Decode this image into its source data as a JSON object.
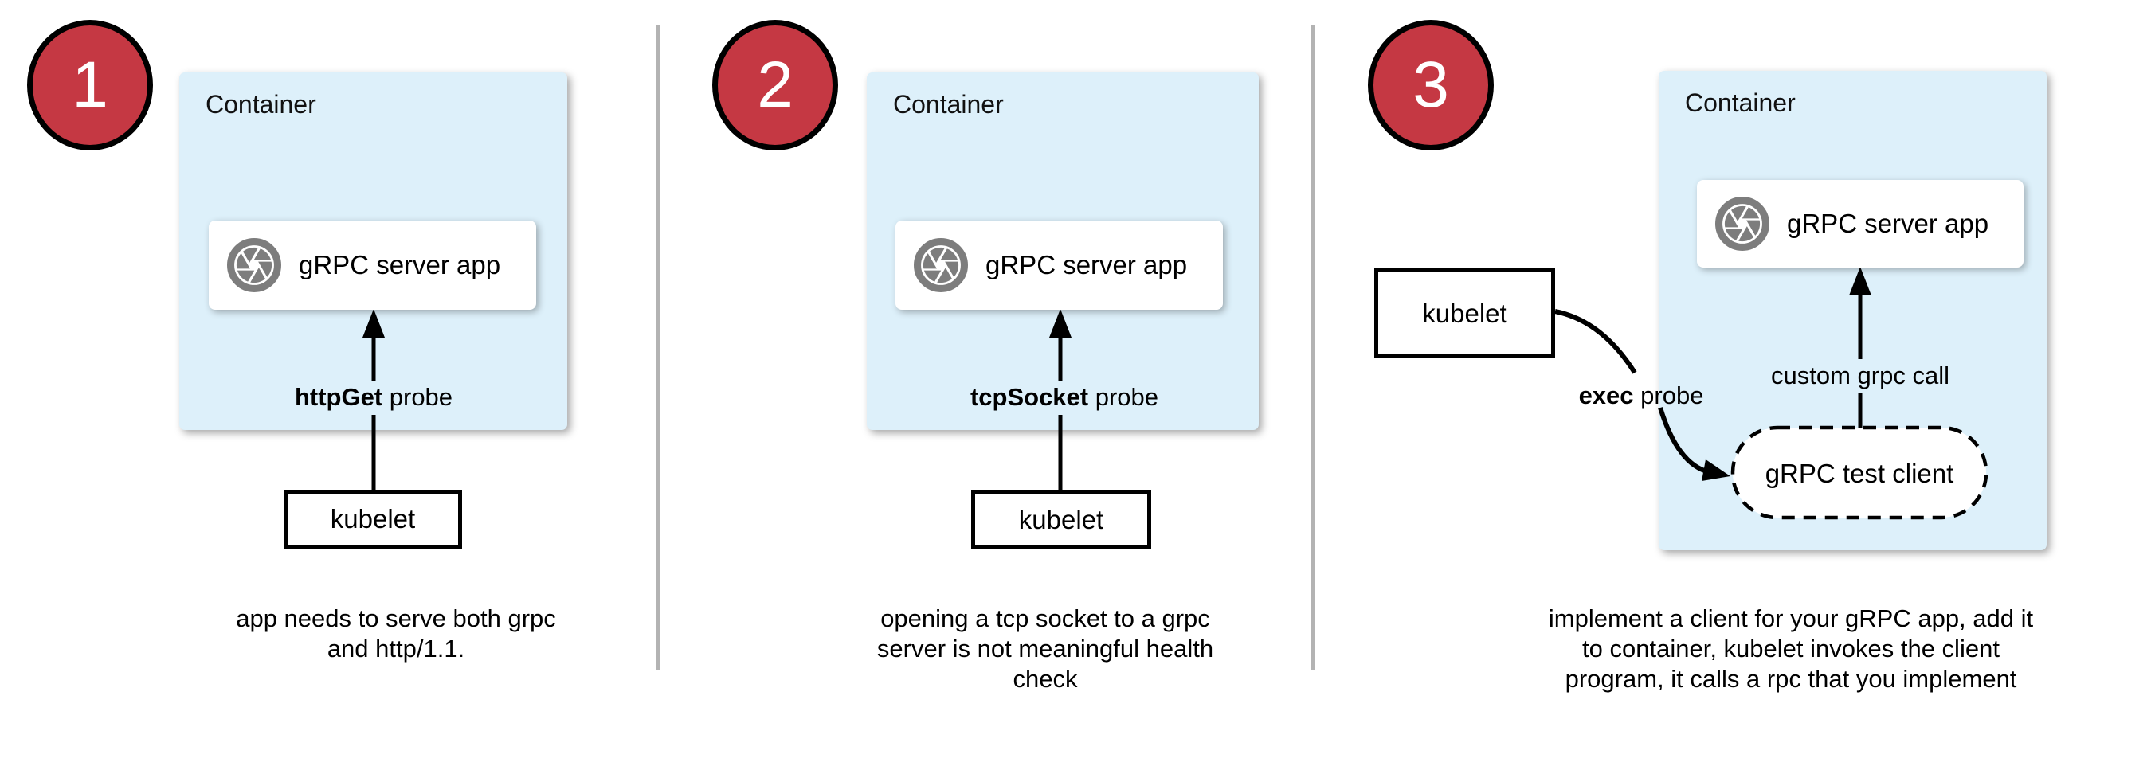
{
  "colors": {
    "container-fill": "#ddf0fa",
    "step-red": "#c53843",
    "icon-gray": "#7d7d7d",
    "divider-gray": "#b3b3b3",
    "ink": "#000000"
  },
  "panels": [
    {
      "step_number": "1",
      "container_label": "Container",
      "app_label": "gRPC server app",
      "app_icon": "aperture-shutter-icon",
      "probe_label_bold": "httpGet",
      "probe_label_rest": " probe",
      "kubelet_label": "kubelet",
      "caption_lines": [
        "app needs to serve both grpc",
        "and http/1.1."
      ]
    },
    {
      "step_number": "2",
      "container_label": "Container",
      "app_label": "gRPC server app",
      "app_icon": "aperture-shutter-icon",
      "probe_label_bold": "tcpSocket",
      "probe_label_rest": " probe",
      "kubelet_label": "kubelet",
      "caption_lines": [
        "opening a tcp socket to a grpc",
        "server is not meaningful health",
        "check"
      ]
    },
    {
      "step_number": "3",
      "container_label": "Container",
      "app_label": "gRPC server app",
      "app_icon": "aperture-shutter-icon",
      "probe_label_bold": "exec",
      "probe_label_rest": " probe",
      "kubelet_label": "kubelet",
      "custom_call_label": "custom grpc call",
      "test_client_label": "gRPC test client",
      "caption_lines": [
        "implement a client for your gRPC app, add it",
        "to container, kubelet invokes the client",
        "program, it calls a rpc that you implement"
      ]
    }
  ]
}
